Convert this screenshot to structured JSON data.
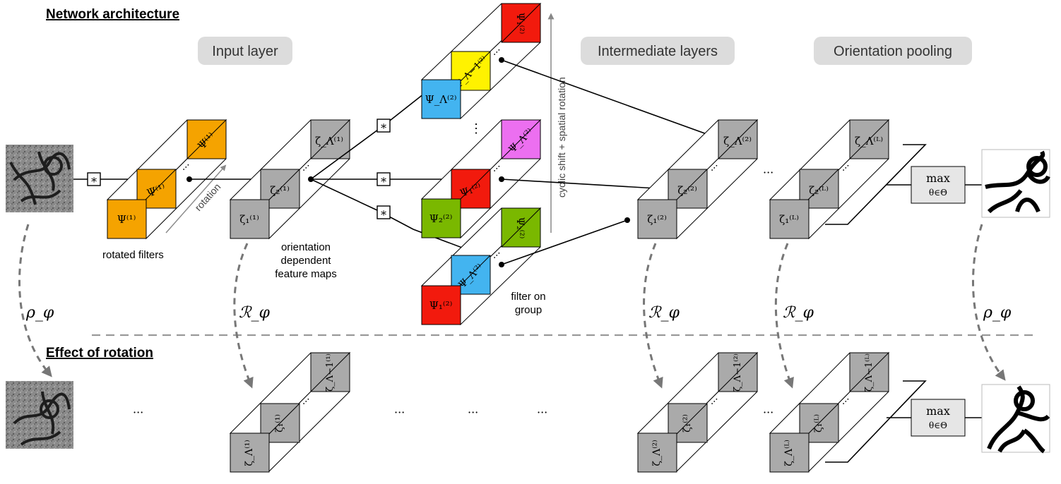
{
  "top_section": {
    "title": "Network architecture",
    "labels": {
      "input_layer": "Input layer",
      "intermediate_layers": "Intermediate layers",
      "orientation_pooling": "Orientation pooling"
    },
    "captions": {
      "rotated_filters": "rotated filters",
      "feature_maps_1": "orientation",
      "feature_maps_2": "dependent",
      "feature_maps_3": "feature maps",
      "filter_on_1": "filter on",
      "filter_on_2": "group",
      "rotation": "rotation",
      "cyclic_shift": "cyclic shift + spatial rotation"
    },
    "symbols": {
      "conv": "∗",
      "max_top": "max",
      "max_bottom": "θ∈Θ",
      "psi1": "Ψ⁽¹⁾",
      "zeta1_1": "ζ₁⁽¹⁾",
      "zeta2_1": "ζ₂⁽¹⁾",
      "zetaL_1": "ζ_Λ⁽¹⁾",
      "psi2_1": "Ψ₁⁽²⁾",
      "psi2_2": "Ψ₂⁽²⁾",
      "psi2_L": "Ψ_Λ⁽²⁾",
      "psi2_Lm1": "Ψ_Λ−1⁽²⁾",
      "zeta1_2": "ζ₁⁽²⁾",
      "zeta2_2": "ζ₂⁽²⁾",
      "zetaL_2": "ζ_Λ⁽²⁾",
      "zeta1_L": "ζ₁⁽ᴸ⁾",
      "zeta2_L": "ζ₂⁽ᴸ⁾",
      "zetaL_L": "ζ_Λ⁽ᴸ⁾",
      "ellipsis": "···",
      "vdots": "⋮"
    }
  },
  "transform_labels": {
    "rho": "ρ_φ",
    "R": "ℛ_φ"
  },
  "bottom_section": {
    "title": "Effect of rotation",
    "symbols": {
      "zeta_L_1": "ζ_Λ⁽¹⁾",
      "zeta_1_1": "ζ₁⁽¹⁾",
      "zeta_Lm1_1": "ζ_Λ−1⁽¹⁾",
      "zeta_L_2": "ζ_Λ⁽²⁾",
      "zeta_1_2": "ζ₁⁽²⁾",
      "zeta_Lm1_2": "ζ_Λ−1⁽²⁾",
      "zeta_L_L": "ζ_Λ⁽ᴸ⁾",
      "zeta_1_L": "ζ₁⁽ᴸ⁾",
      "zeta_Lm1_L": "ζ_Λ−1⁽ᴸ⁾"
    }
  },
  "colors": {
    "orange": "#f5a300",
    "gray": "#aaaaaa",
    "red": "#f21a0d",
    "green": "#7ab800",
    "blue": "#43b4f0",
    "yellow": "#fff200",
    "magenta": "#ec6ff0",
    "pill": "#dcdcdc"
  }
}
